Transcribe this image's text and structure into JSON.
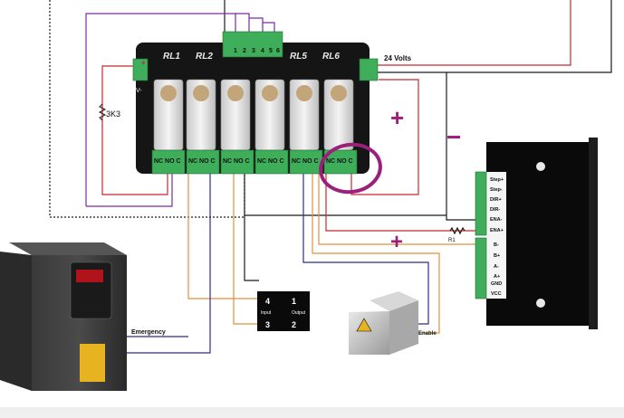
{
  "relay_board": {
    "relay_labels": [
      "RL1",
      "RL2",
      "",
      "",
      "RL5",
      "RL6"
    ],
    "input_terminal_numbers": [
      "1",
      "2",
      "3",
      "4",
      "5",
      "6"
    ],
    "output_terminals": [
      "NC NO C",
      "NC NO C",
      "NC NO C",
      "NC NO C",
      "NC NO C",
      "NC NO C"
    ],
    "power_plus": "+",
    "power_minus": "V-",
    "supply_label": "24 Volts",
    "resistor_label": "3K3"
  },
  "annotations": {
    "plus_1": "+",
    "minus": "−",
    "plus_2": "+"
  },
  "driver": {
    "pins_top": [
      "Step+",
      "Step-",
      "DIR+",
      "DIR-",
      "ENA-",
      "ENA+"
    ],
    "pins_bottom": [
      "B-",
      "B+",
      "A-",
      "A+",
      "GND",
      "VCC"
    ],
    "resistor_label": "R1"
  },
  "vfd": {
    "emergency_label": "Emergency"
  },
  "ssr": {
    "pin_4": "4",
    "pin_3": "3",
    "pin_1": "1",
    "pin_2": "2",
    "input_label": "Input",
    "output_label": "Output"
  },
  "spindle": {
    "enable_label": "Enable"
  },
  "colors": {
    "red_wire": "#c8282d",
    "purple_wire": "#7a2c9e",
    "orange_wire": "#e0913a",
    "blue_wire": "#2c2c8c",
    "black_wire": "#1a1a1a",
    "highlight": "#9c1f7a",
    "terminal_green": "#3fae5a"
  }
}
